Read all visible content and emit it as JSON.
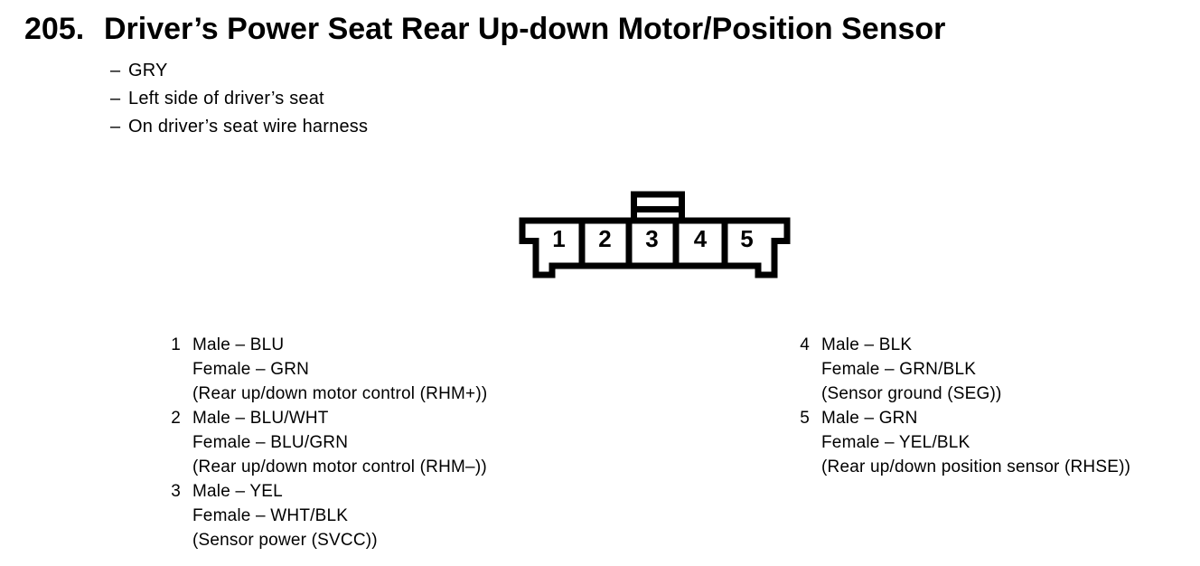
{
  "header": {
    "number": "205.",
    "title": "Driver’s Power Seat Rear Up-down Motor/Position Sensor"
  },
  "details": {
    "bullet": "–",
    "items": [
      "GRY",
      "Left side of driver’s seat",
      "On driver’s seat wire harness"
    ]
  },
  "connector": {
    "description": "5-cavity connector, front view, tab on top",
    "outline_color": "#000000",
    "fill_color": "#ffffff",
    "pins": [
      "1",
      "2",
      "3",
      "4",
      "5"
    ]
  },
  "pinout": {
    "left": [
      {
        "pin": "1",
        "lines": [
          "Male – BLU",
          "Female – GRN",
          "(Rear up/down motor control (RHM+))"
        ]
      },
      {
        "pin": "2",
        "lines": [
          "Male – BLU/WHT",
          "Female – BLU/GRN",
          "(Rear up/down motor control (RHM–))"
        ]
      },
      {
        "pin": "3",
        "lines": [
          "Male – YEL",
          "Female – WHT/BLK",
          "(Sensor power (SVCC))"
        ]
      }
    ],
    "right": [
      {
        "pin": "4",
        "lines": [
          "Male – BLK",
          "Female – GRN/BLK",
          "(Sensor ground (SEG))"
        ]
      },
      {
        "pin": "5",
        "lines": [
          "Male – GRN",
          "Female – YEL/BLK",
          "(Rear up/down position sensor (RHSE))"
        ]
      }
    ]
  }
}
